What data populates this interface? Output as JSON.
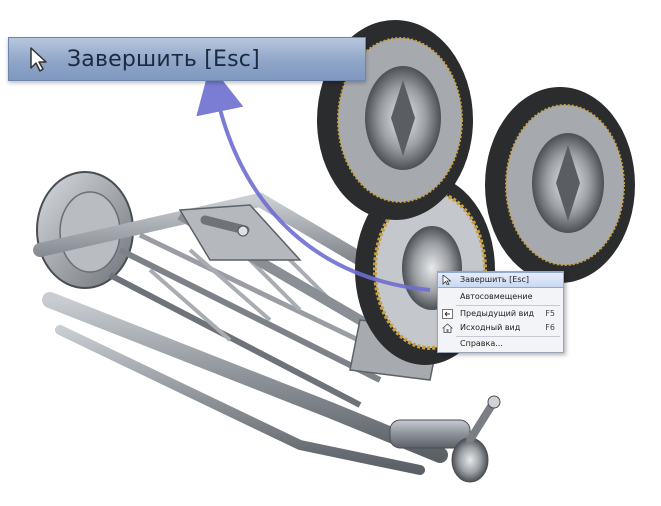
{
  "banner": {
    "finish_label": "Завершить [Esc]"
  },
  "context_menu": {
    "items": [
      {
        "label": "Завершить [Esc]",
        "shortcut": ""
      },
      {
        "label": "Автосовмещение",
        "shortcut": ""
      },
      {
        "label": "Предыдущий вид",
        "shortcut": "F5"
      },
      {
        "label": "Исходный вид",
        "shortcut": "F6"
      },
      {
        "label": "Справка...",
        "shortcut": ""
      }
    ]
  },
  "colors": {
    "banner_bg": "#8fa6c8",
    "arrow": "#6d6fd0",
    "menu_highlight": "#c9d8f2",
    "metal": "#8d9298",
    "tire": "#2b2c2e",
    "rim_accent": "#c8a040"
  }
}
